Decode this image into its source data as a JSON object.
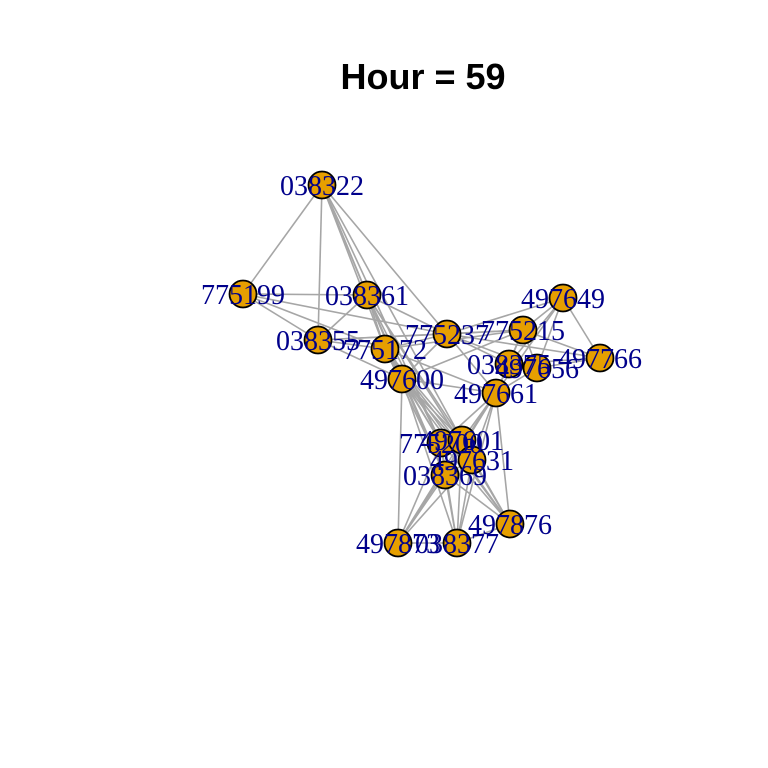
{
  "title": "Hour = 59",
  "colors": {
    "node_fill": "#E69F00",
    "node_stroke": "#000000",
    "edge": "#a6a6a6",
    "label": "#00008B"
  },
  "nodes": [
    {
      "id": "038322"
    },
    {
      "id": "775199"
    },
    {
      "id": "038361"
    },
    {
      "id": "038355"
    },
    {
      "id": "775237"
    },
    {
      "id": "775172"
    },
    {
      "id": "775215"
    },
    {
      "id": "497649"
    },
    {
      "id": "038375"
    },
    {
      "id": "497766"
    },
    {
      "id": "497656"
    },
    {
      "id": "497600"
    },
    {
      "id": "497661"
    },
    {
      "id": "775200"
    },
    {
      "id": "497601"
    },
    {
      "id": "497631"
    },
    {
      "id": "038369"
    },
    {
      "id": "497876"
    },
    {
      "id": "497873"
    },
    {
      "id": "038377"
    }
  ],
  "edges": [
    [
      "038322",
      "775199"
    ],
    [
      "038322",
      "038355"
    ],
    [
      "038322",
      "038361"
    ],
    [
      "038322",
      "775172"
    ],
    [
      "038322",
      "497600"
    ],
    [
      "038322",
      "775237"
    ],
    [
      "038322",
      "497601"
    ],
    [
      "038322",
      "775200"
    ],
    [
      "775199",
      "038361"
    ],
    [
      "775199",
      "038355"
    ],
    [
      "775199",
      "775237"
    ],
    [
      "775199",
      "775172"
    ],
    [
      "038361",
      "038355"
    ],
    [
      "038361",
      "775237"
    ],
    [
      "038361",
      "775172"
    ],
    [
      "038361",
      "497600"
    ],
    [
      "038361",
      "497601"
    ],
    [
      "038361",
      "775200"
    ],
    [
      "038361",
      "038369"
    ],
    [
      "038361",
      "497631"
    ],
    [
      "038355",
      "775237"
    ],
    [
      "038355",
      "775172"
    ],
    [
      "038355",
      "497600"
    ],
    [
      "038355",
      "775215"
    ],
    [
      "775237",
      "775215"
    ],
    [
      "775237",
      "497649"
    ],
    [
      "775237",
      "497656"
    ],
    [
      "775237",
      "038375"
    ],
    [
      "775237",
      "497600"
    ],
    [
      "775237",
      "497661"
    ],
    [
      "775237",
      "775172"
    ],
    [
      "775237",
      "497766"
    ],
    [
      "775172",
      "497600"
    ],
    [
      "775172",
      "497601"
    ],
    [
      "775172",
      "775200"
    ],
    [
      "775172",
      "038369"
    ],
    [
      "775172",
      "497631"
    ],
    [
      "775172",
      "497661"
    ],
    [
      "775172",
      "775215"
    ],
    [
      "775172",
      "497876"
    ],
    [
      "775215",
      "497649"
    ],
    [
      "775215",
      "038375"
    ],
    [
      "775215",
      "497656"
    ],
    [
      "775215",
      "497766"
    ],
    [
      "775215",
      "497661"
    ],
    [
      "775215",
      "497600"
    ],
    [
      "497649",
      "497656"
    ],
    [
      "497649",
      "038375"
    ],
    [
      "497649",
      "497766"
    ],
    [
      "497649",
      "497661"
    ],
    [
      "038375",
      "497656"
    ],
    [
      "038375",
      "497766"
    ],
    [
      "038375",
      "497661"
    ],
    [
      "497656",
      "497766"
    ],
    [
      "497656",
      "497661"
    ],
    [
      "497600",
      "497601"
    ],
    [
      "497600",
      "775200"
    ],
    [
      "497600",
      "038369"
    ],
    [
      "497600",
      "497631"
    ],
    [
      "497600",
      "497876"
    ],
    [
      "497600",
      "497873"
    ],
    [
      "497600",
      "038377"
    ],
    [
      "497600",
      "497661"
    ],
    [
      "497661",
      "497601"
    ],
    [
      "497661",
      "775200"
    ],
    [
      "497661",
      "038369"
    ],
    [
      "497661",
      "497631"
    ],
    [
      "497661",
      "497876"
    ],
    [
      "497661",
      "497873"
    ],
    [
      "497661",
      "038377"
    ],
    [
      "775200",
      "497601"
    ],
    [
      "775200",
      "497631"
    ],
    [
      "775200",
      "038369"
    ],
    [
      "775200",
      "497876"
    ],
    [
      "775200",
      "497873"
    ],
    [
      "775200",
      "038377"
    ],
    [
      "497601",
      "497631"
    ],
    [
      "497601",
      "038369"
    ],
    [
      "497601",
      "497876"
    ],
    [
      "497601",
      "497873"
    ],
    [
      "497601",
      "038377"
    ],
    [
      "497631",
      "038369"
    ],
    [
      "497631",
      "497876"
    ],
    [
      "497631",
      "497873"
    ],
    [
      "497631",
      "038377"
    ],
    [
      "038369",
      "497876"
    ],
    [
      "038369",
      "497873"
    ],
    [
      "038369",
      "038377"
    ],
    [
      "497876",
      "038377"
    ],
    [
      "497873",
      "038377"
    ]
  ]
}
